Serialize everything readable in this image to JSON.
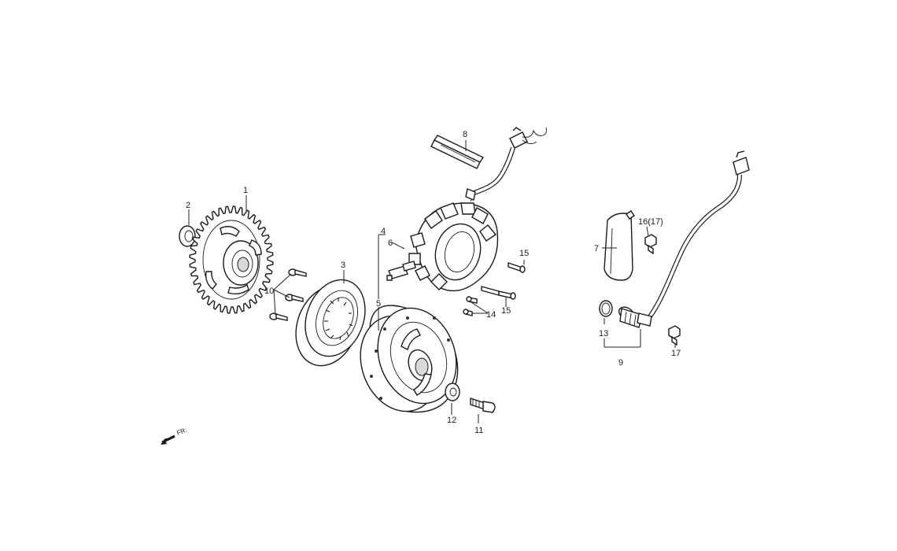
{
  "callouts": [
    {
      "id": "1",
      "text": "1"
    },
    {
      "id": "2",
      "text": "2"
    },
    {
      "id": "3",
      "text": "3"
    },
    {
      "id": "4",
      "text": "4"
    },
    {
      "id": "5",
      "text": "5"
    },
    {
      "id": "6",
      "text": "6"
    },
    {
      "id": "7",
      "text": "7"
    },
    {
      "id": "8",
      "text": "8"
    },
    {
      "id": "9",
      "text": "9"
    },
    {
      "id": "10",
      "text": "10"
    },
    {
      "id": "11",
      "text": "11"
    },
    {
      "id": "12",
      "text": "12"
    },
    {
      "id": "13",
      "text": "13"
    },
    {
      "id": "14",
      "text": "14"
    },
    {
      "id": "15a",
      "text": "15"
    },
    {
      "id": "15b",
      "text": "15"
    },
    {
      "id": "16",
      "text": "16(17)"
    },
    {
      "id": "17",
      "text": "17"
    }
  ],
  "front_indicator": {
    "label": "FR."
  }
}
